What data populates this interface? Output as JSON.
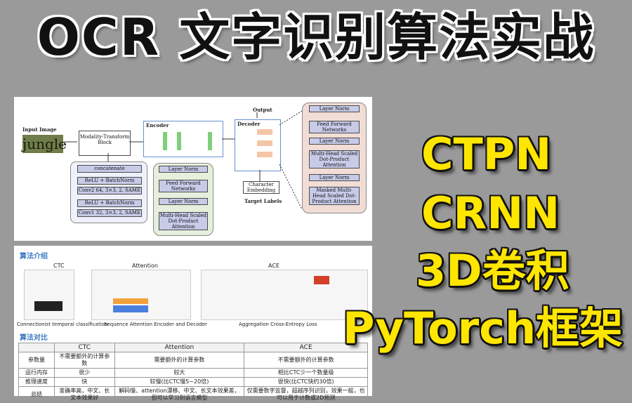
{
  "title": "OCR 文字识别算法实战",
  "keywords": [
    "CTPN",
    "CRNN",
    "3D卷积",
    "PyTorch框架"
  ],
  "diagram": {
    "input_image": "Input Image",
    "jungle": "jungle",
    "modality": "Modality-Transform Block",
    "concat": "concatenate",
    "relu1": "ReLU + BatchNorm",
    "conv2": "Conv2 64, 3×3, 2, SAME",
    "relu2": "ReLU + BatchNorm",
    "conv1": "Conv1 32, 3×3, 2, SAME",
    "encoder": "Encoder",
    "decoder": "Decoder",
    "output": "Output",
    "char_emb": "Character Embedding",
    "target": "Target Labels",
    "layer_norm": "Layer Norm",
    "ffn": "Feed Forward Networks",
    "mha": "Multi-Head Scaled Dot-Product Attention",
    "masked_mha": "Masked Multi-Head Scaled Dot-Product Attention"
  },
  "intro": {
    "heading": "算法介绍",
    "cols": [
      "CTC",
      "Attention",
      "ACE"
    ],
    "captions": [
      "Connectionist temporal classification",
      "Sequence Attention Encoder and Decoder",
      "Aggregation Cross-Entropy Loss"
    ]
  },
  "compare": {
    "heading": "算法对比",
    "headers": [
      "",
      "CTC",
      "Attention",
      "ACE"
    ],
    "rows": [
      [
        "参数量",
        "不需要额外的计算参数",
        "需要额外的计算参数",
        "不需要额外的计算参数"
      ],
      [
        "运行内存",
        "很少",
        "较大",
        "相比CTC少一个数量级"
      ],
      [
        "推理速度",
        "快",
        "较慢(比CTC慢5~20倍)",
        "很快(比CTC快约30倍)"
      ],
      [
        "总结",
        "准确率高，中文、长文本效果好",
        "解码慢、attention漂移、中文、长文本效果差，但可以学习到语言模型",
        "仅需要数字监督，超越序列识别，效果一般，也可以用于计数或2D预测"
      ]
    ]
  },
  "colors": {
    "keyword": "#ffe600",
    "title": "#111111",
    "accent": "#3a78c2"
  }
}
